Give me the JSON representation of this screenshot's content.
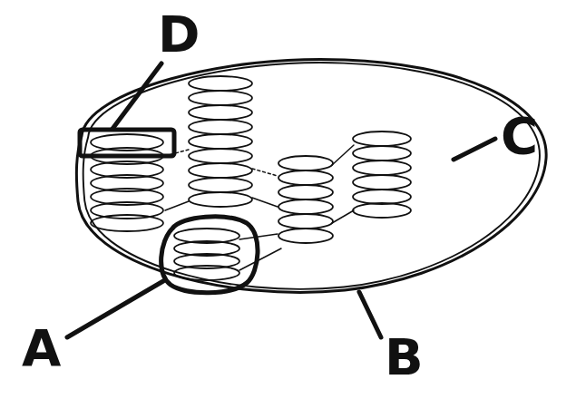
{
  "diagram": {
    "labels": [
      "D",
      "C",
      "A",
      "B"
    ]
  }
}
